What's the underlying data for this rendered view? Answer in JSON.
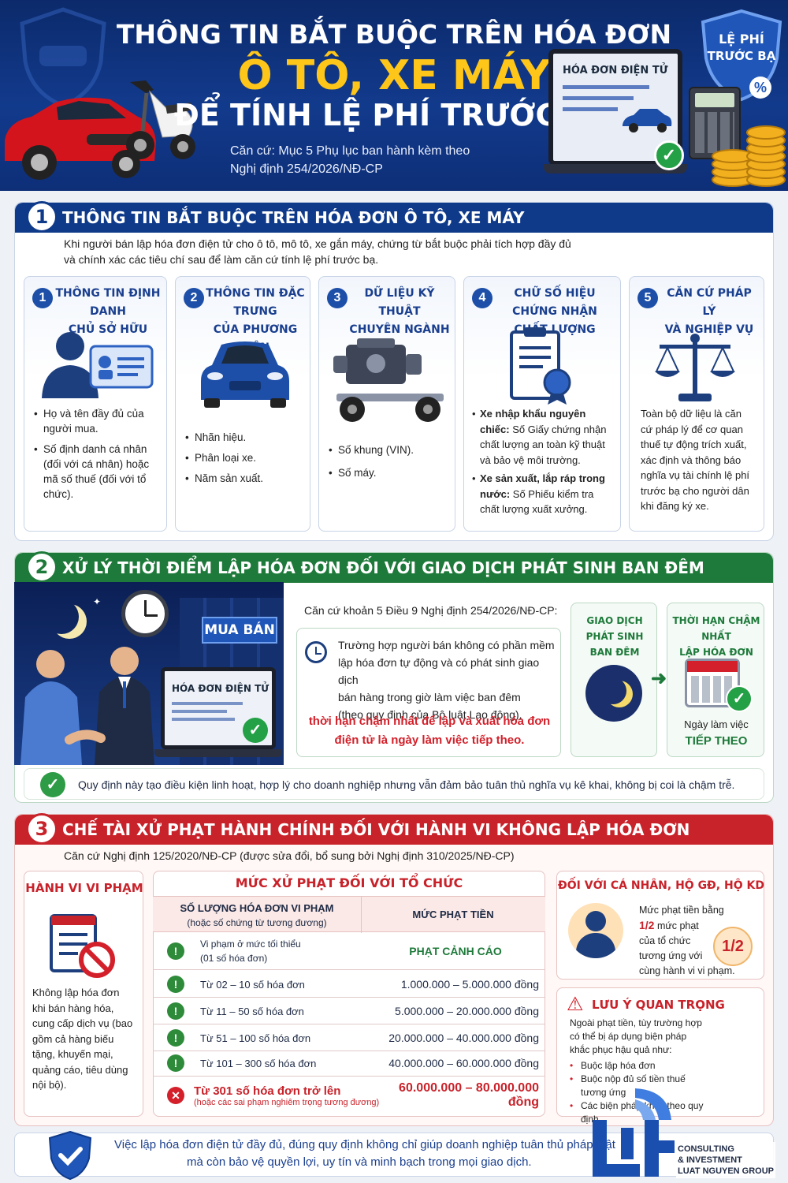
{
  "header": {
    "title_line1": "THÔNG TIN BẮT BUỘC TRÊN HÓA ĐƠN",
    "title_line2": "Ô TÔ, XE MÁY",
    "title_line3": "ĐỂ TÍNH LỆ PHÍ TRƯỚC BẠ",
    "basis_line1": "Căn cứ: Mục 5 Phụ lục ban hành kèm theo",
    "basis_line2": "Nghị định 254/2026/NĐ-CP",
    "laptop_label": "HÓA ĐƠN ĐIỆN TỬ",
    "shield_line1": "LỆ PHÍ",
    "shield_line2": "TRƯỚC BẠ",
    "shield_symbol": "%"
  },
  "section1": {
    "number": "1",
    "title": "THÔNG TIN BẮT BUỘC TRÊN HÓA ĐƠN Ô TÔ, XE MÁY",
    "intro_line1": "Khi người bán lập hóa đơn điện tử cho ô tô, mô tô, xe gắn máy, chứng từ bắt buộc phải tích hợp đầy đủ",
    "intro_line2": "và chính xác các tiêu chí sau để làm căn cứ tính lệ phí trước bạ.",
    "cards": [
      {
        "num": "1",
        "title1": "THÔNG TIN ĐỊNH DANH",
        "title2": "CHỦ SỞ HỮU",
        "items": [
          "Họ và tên đầy đủ của người mua.",
          "Số định danh cá nhân (đối với cá nhân) hoặc mã số thuế (đối với tổ chức)."
        ]
      },
      {
        "num": "2",
        "title1": "THÔNG TIN ĐẶC TRƯNG",
        "title2": "CỦA PHƯƠNG TIỆN",
        "items": [
          "Nhãn hiệu.",
          "Phân loại xe.",
          "Năm sản xuất."
        ]
      },
      {
        "num": "3",
        "title1": "DỮ LIỆU KỸ THUẬT",
        "title2": "CHUYÊN NGÀNH",
        "items": [
          "Số khung (VIN).",
          "Số máy."
        ]
      },
      {
        "num": "4",
        "title1": "CHỮ SỐ HIỆU CHỨNG NHẬN",
        "title2": "CHẤT LƯỢNG",
        "item1_bold": "Xe nhập khẩu nguyên chiếc:",
        "item1_text": "Số Giấy chứng nhận chất lượng an toàn kỹ thuật và bảo vệ môi trường.",
        "item2_bold": "Xe sản xuất, lắp ráp trong nước:",
        "item2_text": "Số Phiếu kiểm tra chất lượng xuất xưởng."
      },
      {
        "num": "5",
        "title1": "CĂN CỨ PHÁP LÝ",
        "title2": "VÀ NGHIỆP VỤ",
        "text": "Toàn bộ dữ liệu là căn cứ pháp lý để cơ quan thuế tự động trích xuất, xác định và thông báo nghĩa vụ tài chính lệ phí trước bạ cho người dân khi đăng ký xe."
      }
    ]
  },
  "section2": {
    "number": "2",
    "title": "XỬ LÝ THỜI ĐIỂM LẬP HÓA ĐƠN ĐỐI VỚI GIAO DỊCH PHÁT SINH BAN ĐÊM",
    "sign": "MUA BÁN",
    "laptop_label": "HÓA ĐƠN ĐIỆN TỬ",
    "basis": "Căn cứ khoản 5 Điều 9 Nghị định 254/2026/NĐ-CP:",
    "para_line1": "Trường hợp người bán không có phần mềm",
    "para_line2": "lập hóa đơn tự động và có phát sinh giao dịch",
    "para_line3": "bán hàng trong giờ làm việc ban đêm",
    "para_line4": "(theo quy định của Bộ luật Lao động),",
    "red_line1": "thời hạn chậm nhất để lập và xuất hóa đơn",
    "red_line2": "điện tử là ngày làm việc tiếp theo.",
    "box1_line1": "GIAO DỊCH PHÁT SINH",
    "box1_line2": "BAN ĐÊM",
    "box2_line1": "THỜI HẠN CHẬM NHẤT",
    "box2_line2": "LẬP HÓA ĐƠN",
    "box2_foot1": "Ngày làm việc",
    "box2_foot2": "TIẾP THEO",
    "note": "Quy định này tạo điều kiện linh hoạt, hợp lý cho doanh nghiệp nhưng vẫn đảm bảo tuân thủ nghĩa vụ kê khai, không bị coi là chậm trễ."
  },
  "section3": {
    "number": "3",
    "title": "CHẾ TÀI XỬ PHẠT HÀNH CHÍNH ĐỐI VỚI HÀNH VI KHÔNG LẬP HÓA ĐƠN",
    "basis": "Căn cứ Nghị định 125/2020/NĐ-CP (được sửa đổi, bổ sung bởi Nghị định 310/2025/NĐ-CP)",
    "violation_title": "HÀNH VI VI PHẠM",
    "violation_text": "Không lập hóa đơn khi bán hàng hóa, cung cấp dịch vụ (bao gồm cả hàng biếu tặng, khuyến mại, quảng cáo, tiêu dùng nội bộ).",
    "table_title": "MỨC XỬ PHẠT ĐỐI VỚI TỔ CHỨC",
    "col1_line1": "SỐ LƯỢNG HÓA ĐƠN VI PHẠM",
    "col1_line2": "(hoặc số chứng từ tương đương)",
    "col2": "MỨC PHẠT TIỀN",
    "row1_label1": "Vi phạm ở mức tối thiểu",
    "row1_label2": "(01 số hóa đơn)",
    "row1_value": "PHẠT CẢNH CÁO",
    "rows": [
      {
        "label": "Từ 02 – 10 số hóa đơn",
        "value": "1.000.000 – 5.000.000 đồng"
      },
      {
        "label": "Từ 11 – 50 số hóa đơn",
        "value": "5.000.000 – 20.000.000 đồng"
      },
      {
        "label": "Từ 51 – 100 số hóa đơn",
        "value": "20.000.000 – 40.000.000 đồng"
      },
      {
        "label": "Từ 101 – 300 số hóa đơn",
        "value": "40.000.000 – 60.000.000 đồng"
      }
    ],
    "last_label1": "Từ 301 số hóa đơn trở lên",
    "last_label2": "(hoặc các sai phạm nghiêm trọng tương đương)",
    "last_value": "60.000.000 – 80.000.000 đồng",
    "individual_title": "ĐỐI VỚI CÁ NHÂN, HỘ GĐ, HỘ KD",
    "individual_l1": "Mức phạt tiền bằng",
    "individual_half": "1/2",
    "individual_l2": "mức phạt",
    "individual_l3": "của tổ chức",
    "individual_l4": "tương ứng với",
    "individual_l5": "cùng hành vi vi phạm.",
    "half_badge": "1/2",
    "note_title": "LƯU Ý QUAN TRỌNG",
    "note_l1": "Ngoài phạt tiền, tùy trường hợp",
    "note_l2": "có thể bị áp dụng biện pháp",
    "note_l3": "khắc phục hậu quả như:",
    "note_items": [
      "Buộc lập hóa đơn",
      "Buộc nộp đủ số tiền thuế tương ứng",
      "Các biện pháp khác theo quy định"
    ]
  },
  "footer": {
    "line1": "Việc lập hóa đơn điện tử đầy đủ, đúng quy định không chỉ giúp doanh nghiệp tuân thủ pháp luật",
    "line2": "mà còn bảo vệ quyền lợi, uy tín và minh bạch trong mọi giao dịch.",
    "logo_l1": "CONSULTING",
    "logo_l2": "& INVESTMENT",
    "logo_l3": "LUAT NGUYEN GROUP"
  },
  "colors": {
    "navy": "#123a8c",
    "gold": "#ffc61a",
    "green": "#1e7a3a",
    "red": "#c8222a"
  }
}
